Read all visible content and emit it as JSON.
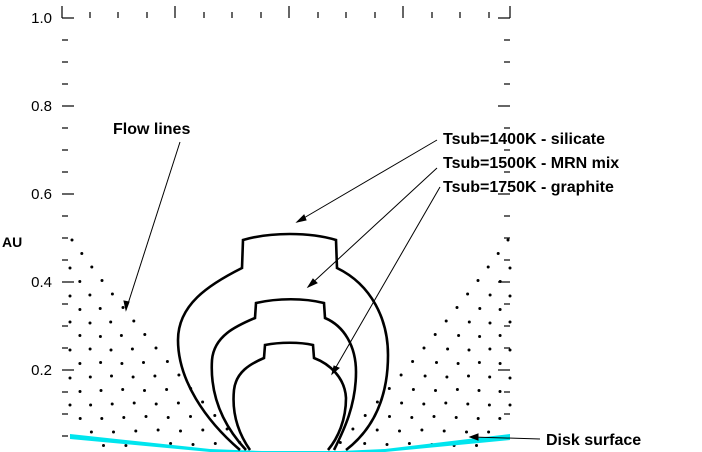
{
  "diagram": {
    "y_axis": {
      "label": "AU",
      "range": [
        0.0,
        1.0
      ],
      "ticks": [
        "1.0",
        "0.8",
        "0.6",
        "0.4",
        "0.2"
      ]
    },
    "annotations": {
      "flow_lines": "Flow lines",
      "silicate": "Tsub=1400K - silicate",
      "mrn_mix": "Tsub=1500K - MRN mix",
      "graphite": "Tsub=1750K - graphite",
      "disk_surface": "Disk surface"
    },
    "colors": {
      "disk_surface": "#00e5ee",
      "lines": "#000000"
    }
  }
}
